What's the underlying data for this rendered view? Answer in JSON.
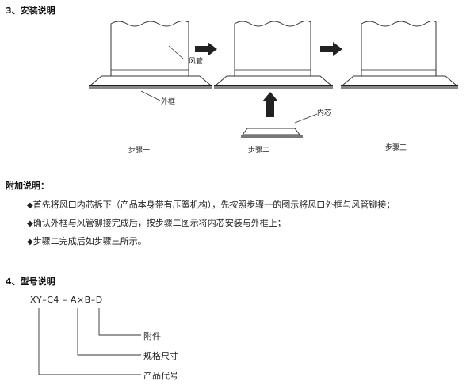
{
  "install": {
    "heading": "3、安装说明",
    "label_duct": "风管",
    "label_frame": "外框",
    "label_core": "内芯",
    "step1": "步骤一",
    "step2": "步骤二",
    "step3": "步骤三"
  },
  "notes": {
    "heading": "附加说明：",
    "bullet": "◆",
    "items": [
      "首先将风口内芯拆下（产品本身带有压簧机构），先按照步骤一的图示将风口外框与风管铆接；",
      "确认外框与风管铆接完成后，按步骤二图示将内芯安装与外框上；",
      "步骤二完成后如步骤三所示。"
    ]
  },
  "model": {
    "heading": "4、型号说明",
    "code": "XY–C4 – A×B–D",
    "legend": [
      "附件",
      "规格尺寸",
      "产品代号"
    ]
  }
}
